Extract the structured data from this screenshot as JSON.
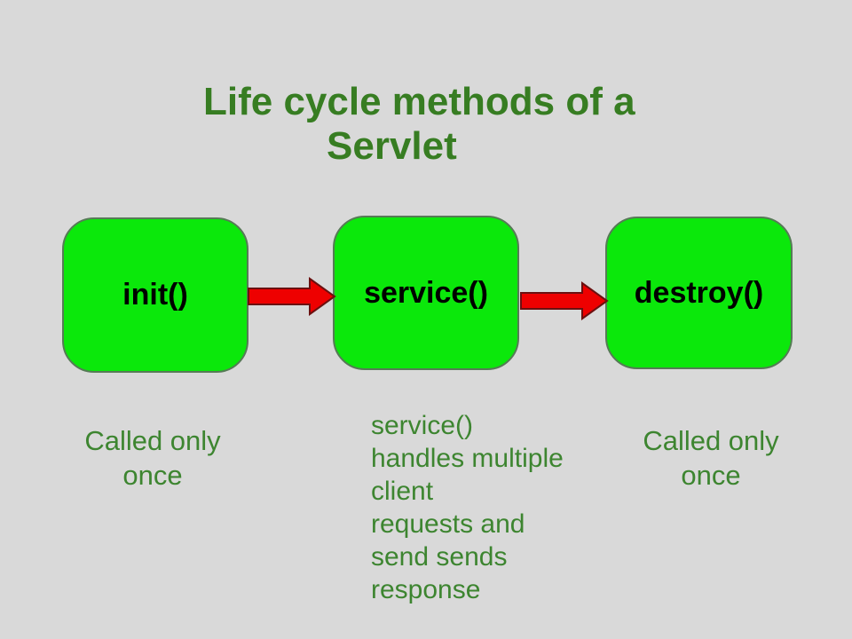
{
  "slide": {
    "title": {
      "line1": "Life cycle methods of a",
      "line2": "Servlet"
    },
    "boxes": [
      {
        "label": "init()",
        "caption": "Called only\nonce"
      },
      {
        "label": "service()",
        "caption": "service()\nhandles multiple\nclient\nrequests and\nsend sends\nresponse"
      },
      {
        "label": "destroy()",
        "caption": "Called only\nonce"
      }
    ],
    "arrows": [
      {
        "name": "init-to-service"
      },
      {
        "name": "service-to-destroy"
      }
    ],
    "colors": {
      "background": "#d9d9d9",
      "box_fill": "#0be80b",
      "box_border": "#567a56",
      "arrow_fill": "#ee0000",
      "arrow_outline": "#6b1010",
      "title_text": "#377d22",
      "caption_text": "#3d8530",
      "label_text": "#000000"
    }
  }
}
